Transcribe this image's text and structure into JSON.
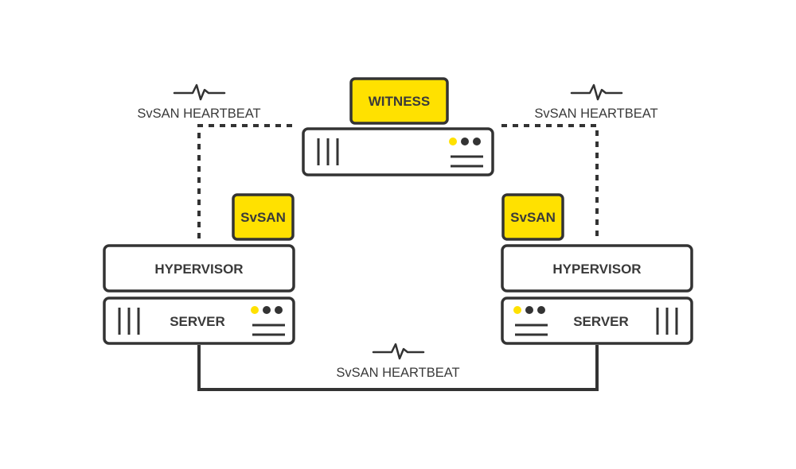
{
  "colors": {
    "accent": "#FFE100",
    "stroke": "#333333",
    "led_dark": "#333333",
    "background": "#FFFFFF"
  },
  "witness": {
    "label": "WITNESS"
  },
  "heartbeats": {
    "left": "SvSAN HEARTBEAT",
    "right": "SvSAN HEARTBEAT",
    "bottom": "SvSAN HEARTBEAT"
  },
  "left_node": {
    "vm_label": "SvSAN",
    "hypervisor_label": "HYPERVISOR",
    "server_label": "SERVER"
  },
  "right_node": {
    "vm_label": "SvSAN",
    "hypervisor_label": "HYPERVISOR",
    "server_label": "SERVER"
  },
  "icons": [
    "heartbeat-pulse-icon",
    "server-vents-icon",
    "status-led-icon",
    "drive-bay-lines-icon"
  ]
}
